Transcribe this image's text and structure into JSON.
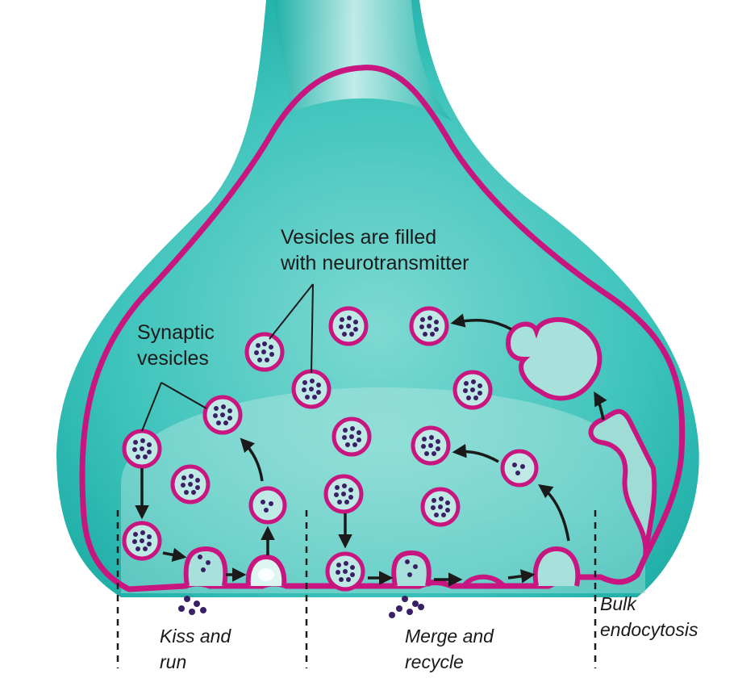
{
  "labels": {
    "filled_line1": "Vesicles are filled",
    "filled_line2": "with neurotransmitter",
    "synaptic_line1": "Synaptic",
    "synaptic_line2": "vesicles",
    "kiss_line1": "Kiss and",
    "kiss_line2": "run",
    "merge_line1": "Merge and",
    "merge_line2": "recycle",
    "bulk_line1": "Bulk",
    "bulk_line2": "endocytosis"
  },
  "colors": {
    "cytoplasm": "#2bbcb4",
    "membrane": "#c8157f",
    "vesicle_fill": "#bfe9e4",
    "transmitter": "#3a1f66",
    "arrow": "#1a1a1a"
  }
}
